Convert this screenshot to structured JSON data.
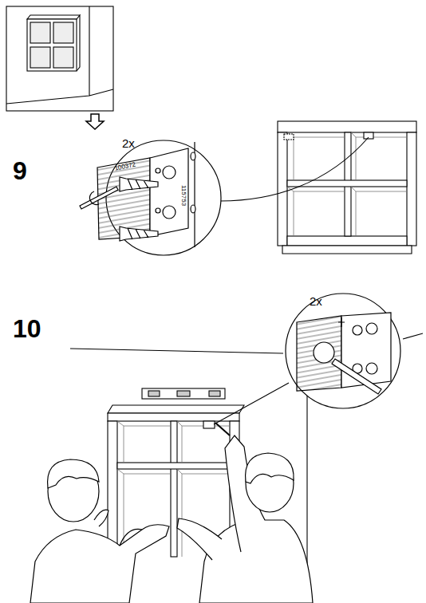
{
  "diagram": {
    "labels": [
      "9",
      "2x",
      "100372",
      "115753",
      "10",
      "2x"
    ]
  }
}
